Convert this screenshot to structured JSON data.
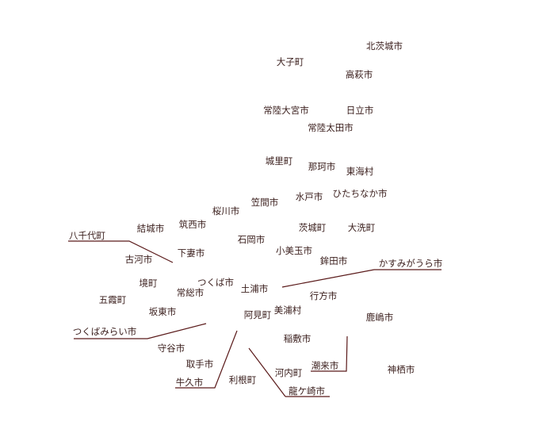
{
  "map": {
    "text_color": "#3a1e1c",
    "leader_color": "#5a1a1a",
    "places": [
      {
        "id": "kitaibaraki",
        "name": "北茨城市"
      },
      {
        "id": "daigo",
        "name": "大子町"
      },
      {
        "id": "takahagi",
        "name": "高萩市"
      },
      {
        "id": "hitachiomiya",
        "name": "常陸大宮市"
      },
      {
        "id": "hitachi",
        "name": "日立市"
      },
      {
        "id": "hitachiota",
        "name": "常陸太田市"
      },
      {
        "id": "shirosato",
        "name": "城里町"
      },
      {
        "id": "naka",
        "name": "那珂市"
      },
      {
        "id": "tokai",
        "name": "東海村"
      },
      {
        "id": "kasama",
        "name": "笠間市"
      },
      {
        "id": "mito",
        "name": "水戸市"
      },
      {
        "id": "hitachinaka",
        "name": "ひたちなか市"
      },
      {
        "id": "sakuragawa",
        "name": "桜川市"
      },
      {
        "id": "chikusei",
        "name": "筑西市"
      },
      {
        "id": "yuki",
        "name": "結城市"
      },
      {
        "id": "ibarakimachi",
        "name": "茨城町"
      },
      {
        "id": "oarai",
        "name": "大洗町"
      },
      {
        "id": "ishioka",
        "name": "石岡市"
      },
      {
        "id": "yachiyo",
        "name": "八千代町"
      },
      {
        "id": "shimotsuma",
        "name": "下妻市"
      },
      {
        "id": "omitama",
        "name": "小美玉市"
      },
      {
        "id": "koga",
        "name": "古河市"
      },
      {
        "id": "hokota",
        "name": "鉾田市"
      },
      {
        "id": "kasumigaura",
        "name": "かすみがうら市"
      },
      {
        "id": "sakai",
        "name": "境町"
      },
      {
        "id": "tsukuba",
        "name": "つくば市"
      },
      {
        "id": "tsuchiura",
        "name": "土浦市"
      },
      {
        "id": "joso",
        "name": "常総市"
      },
      {
        "id": "goka",
        "name": "五霞町"
      },
      {
        "id": "namegata",
        "name": "行方市"
      },
      {
        "id": "bando",
        "name": "坂東市"
      },
      {
        "id": "miho",
        "name": "美浦村"
      },
      {
        "id": "ami",
        "name": "阿見町"
      },
      {
        "id": "kashima",
        "name": "鹿嶋市"
      },
      {
        "id": "tsukubamirai",
        "name": "つくばみらい市"
      },
      {
        "id": "inashiki",
        "name": "稲敷市"
      },
      {
        "id": "moriya",
        "name": "守谷市"
      },
      {
        "id": "toride",
        "name": "取手市"
      },
      {
        "id": "itako",
        "name": "潮来市"
      },
      {
        "id": "kamisu",
        "name": "神栖市"
      },
      {
        "id": "kawachi",
        "name": "河内町"
      },
      {
        "id": "tone",
        "name": "利根町"
      },
      {
        "id": "ushiku",
        "name": "牛久市"
      },
      {
        "id": "ryugasaki",
        "name": "龍ケ崎市"
      }
    ]
  }
}
